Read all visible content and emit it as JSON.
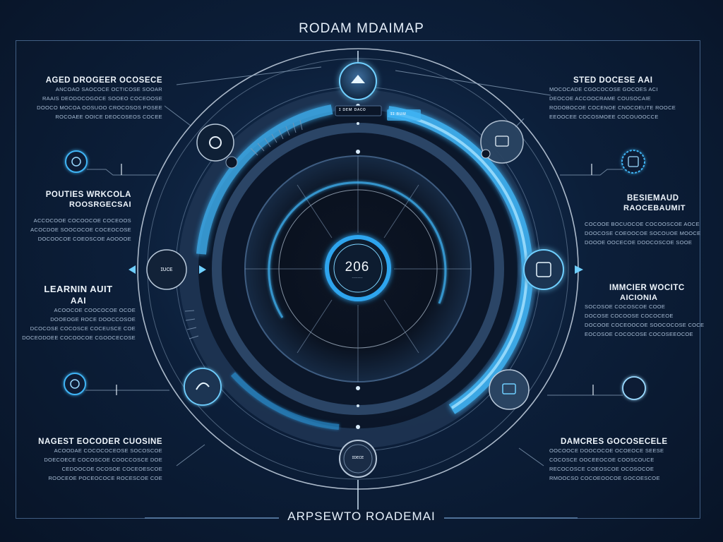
{
  "title": "RODAM MDAIMAP",
  "footer": "ARPSEWTO ROADEMAI",
  "center": {
    "year": "206",
    "sub": "---------"
  },
  "labels": {
    "top_node": "ɪ ᴅᴇᴍ ᴅᴀᴄᴏ",
    "top_right_node": "ɪɪ ʙᴜᴍ",
    "left_node": "ɪᴜᴄᴇ",
    "bottom_node": "ɪᴅᴇᴄᴇ"
  },
  "blocks": {
    "top_left": {
      "head": "AGED DROGEER OCOSECE",
      "lines": [
        "ANCOAO SAOCOCE OCTICOSE SOOAR",
        "RAAIS DEODOCOGOCE SOOEO COCEOOSE",
        "DOOCO MOCOA OOSUOO CROCOSOS POSEE",
        "ROCOAEE OOICE DEOCOSEOS COCEE"
      ]
    },
    "top_right": {
      "head": "STED DOCESE AAI",
      "lines": [
        "MOCOCADE CGOCOCOSE GOCOES ACI",
        "DEOCOE ACCOOCRAME COUSOCAIE",
        "RODOBOCOE COCENOE CNOCOEUTE ROOCE",
        "EEOOCEE COCOSMOEE COCOUOOCCE"
      ]
    },
    "mid_left": {
      "head": "POUTIES WRKCOLA",
      "head2": "ROOSRGECSAI",
      "lines": [
        "ACCOCOOE COCOOCOE COCEOOS",
        "ACOCDOE SOOCOCOE COCEOCOSE",
        "DOCOOCOE COEOSCOE AOOOOE"
      ]
    },
    "mid_right": {
      "head": "BESIEMAUD",
      "head2": "RAOCEBAUMIT",
      "lines": [
        "COCOOE BOCUOCOE COCOOSCOE AOCE",
        "DOOCOSE COEOOCOE SOCOUOE MOOCE",
        "DOOOE OOCECOE DOOCOSCOE SOOE"
      ]
    },
    "lower_left": {
      "head": "LEARNIN AUIT",
      "head2": "AAI",
      "lines": [
        "ACOOCOE COOCOCOE OCOE",
        "DOOEOGE ROCE DOOCCOSOE",
        "DCOCOSE COCOSCE COCEUSCE COE",
        "DOCEODOEE COCOOCOE CGOOCECOSE"
      ]
    },
    "lower_right": {
      "head": "IMMCIER WOCITC",
      "head2": "AICIONIA",
      "lines": [
        "SOCOSOE COCOSCOE COOE",
        "DOCOSE COCOOSE COCOCEOE",
        "DOCOOE COCEOOCOE SOOCOCOSE COCE",
        "EOCOSOE COCOCOSE COCOSEEOCOE"
      ]
    },
    "bottom_left": {
      "head": "NAGEST EOCODER CUOSINE",
      "lines": [
        "ACOODAE COCOCOCEOSE SOCOSCOE",
        "DOECOECE COCOSCOE COOCCOSCE DOE",
        "CEDOOCOE OCOSOE COCEOESCOE",
        "ROOCEOE POCEOCOCE ROCESCOE COE"
      ]
    },
    "bottom_right": {
      "head": "DAMCRES GOCOSECELE",
      "lines": [
        "OOCOOCE DOOCOCOE OCOEOCE SEESE",
        "COCOSCE OOCEEOCOE COOSCOUCE",
        "RECOCOSCE COEOSCOE OCOSOCOE",
        "RMOOCSO COCOEOOCOE GOCOESCOE"
      ]
    }
  },
  "colors": {
    "accent": "#3fb4f5",
    "glow": "#5fd0ff",
    "ring": "#c7d4e3",
    "dark_ring": "#1a2a40"
  }
}
